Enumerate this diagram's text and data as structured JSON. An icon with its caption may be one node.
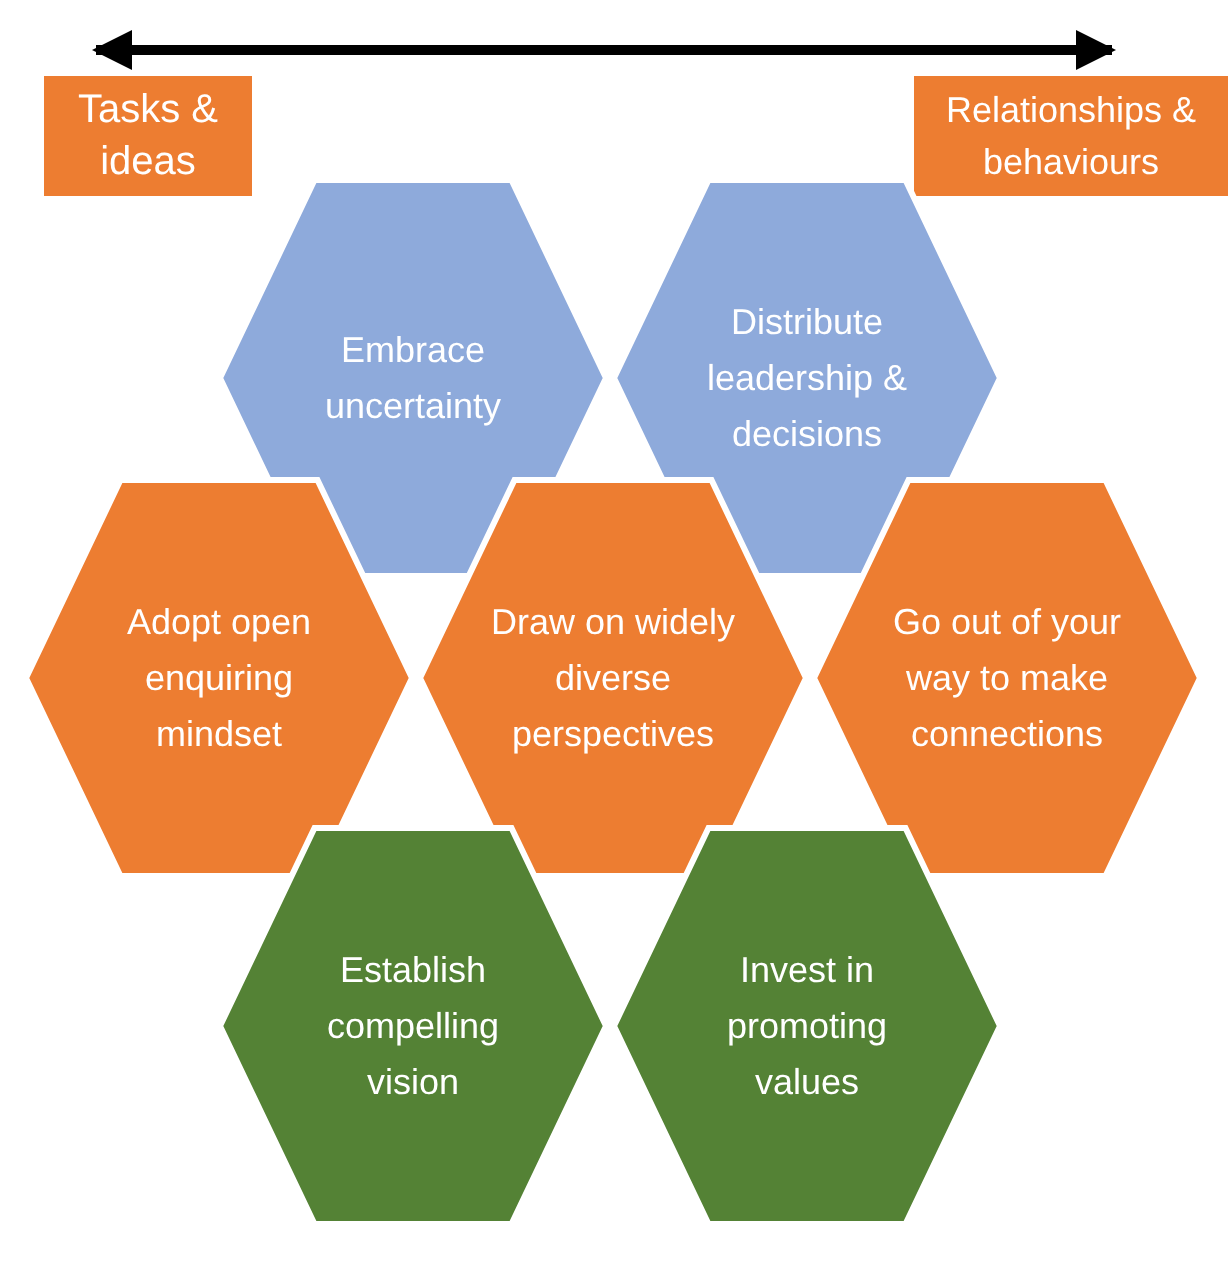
{
  "diagram": {
    "nodes": [
      {
        "text": [
          "Tasks & ideas"
        ]
      },
      {
        "text": [
          "Relationships & behaviours"
        ]
      },
      {
        "text": [
          "Embrace uncertainty"
        ]
      },
      {
        "text": [
          "Distribute leadership & decisions"
        ]
      },
      {
        "text": [
          "Adopt open enquiring mindset"
        ]
      },
      {
        "text": [
          "Draw on widely diverse perspectives"
        ]
      },
      {
        "text": [
          "Go out of your way to make connections"
        ]
      },
      {
        "text": [
          "Establish compelling vision"
        ]
      },
      {
        "text": [
          "Invest in promoting values"
        ]
      }
    ],
    "edges": [
      {
        "from": 0,
        "to": 1,
        "arrow": "both"
      }
    ]
  }
}
